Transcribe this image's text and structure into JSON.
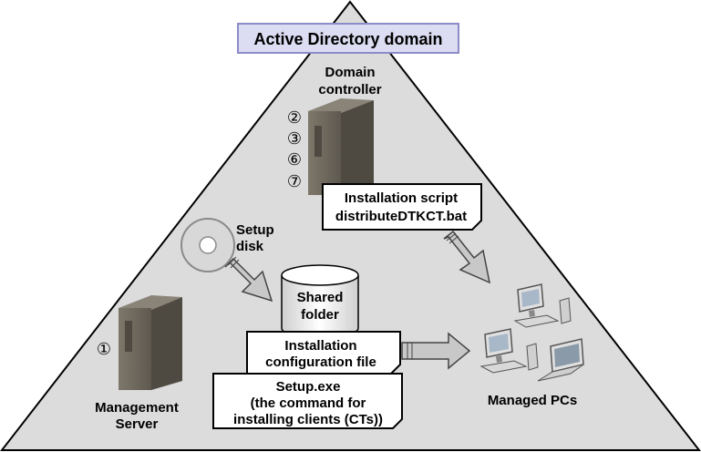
{
  "domain_box": {
    "title": "Active Directory domain"
  },
  "domain_controller": {
    "label_line1": "Domain",
    "label_line2": "controller",
    "steps": [
      "②",
      "③",
      "⑥",
      "⑦"
    ]
  },
  "install_script": {
    "line1": "Installation script",
    "line2": "distributeDTKCT.bat"
  },
  "setup_disk": {
    "line1": "Setup",
    "line2": "disk"
  },
  "shared_folder": {
    "line1": "Shared",
    "line2": "folder"
  },
  "config_file": {
    "line1": "Installation",
    "line2": "configuration file"
  },
  "setup_exe": {
    "line1": "Setup.exe",
    "line2": "(the command for",
    "line3": "installing clients (CTs))"
  },
  "management_server": {
    "step": "①",
    "line1": "Management",
    "line2": "Server"
  },
  "managed_pcs": {
    "label": "Managed PCs"
  },
  "colors": {
    "triangle_fill": "#dcdcdc",
    "title_box_fill": "#dcdcf2",
    "title_box_border": "#8c8cc8",
    "server_body": "#6f6a5e",
    "arrow_fill": "#c8c8c8"
  }
}
